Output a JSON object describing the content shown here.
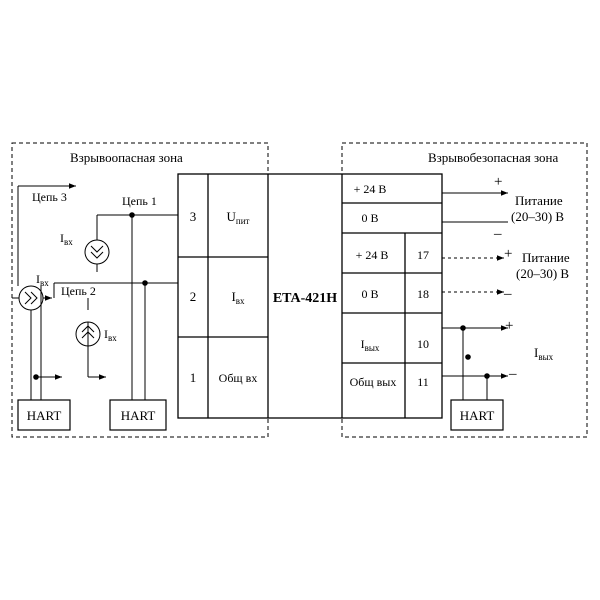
{
  "zones": {
    "hazardous": "Взрывоопасная зона",
    "safe": "Взрывобезопасная зона"
  },
  "device": {
    "name": "ETA-421H"
  },
  "left_terminals": [
    {
      "num": "3",
      "main": "U",
      "sub": "пит"
    },
    {
      "num": "2",
      "main": "I",
      "sub": "вх"
    },
    {
      "num": "1",
      "main": "Общ вх",
      "sub": ""
    }
  ],
  "right_terminals": [
    {
      "label": "+ 24 В",
      "num": ""
    },
    {
      "label": "0 В",
      "num": ""
    },
    {
      "label": "+ 24 В",
      "num": "17"
    },
    {
      "label": "0 В",
      "num": "18"
    },
    {
      "label_main": "I",
      "label_sub": "вых",
      "num": "10"
    },
    {
      "label": "Общ вых",
      "num": "11"
    }
  ],
  "circuits": {
    "c1": "Цепь 1",
    "c2": "Цепь 2",
    "c3": "Цепь 3"
  },
  "source_label": {
    "main": "I",
    "sub": "вх"
  },
  "hart_label": "HART",
  "power": {
    "title": "Питание",
    "range": "(20–30) В"
  },
  "output": {
    "main": "I",
    "sub": "вых"
  },
  "signs": {
    "plus": "+",
    "minus": "–"
  },
  "colors": {
    "line": "#000000",
    "background": "#ffffff"
  }
}
